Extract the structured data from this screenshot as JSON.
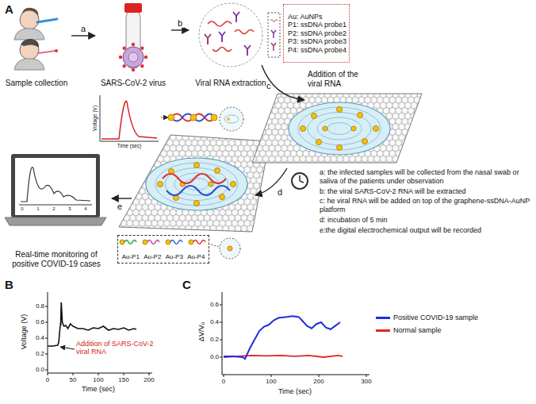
{
  "diagram": {
    "nodes": [
      {
        "text": [
          "Sample collection"
        ]
      },
      {
        "text": [
          "SARS-CoV-2 virus"
        ]
      },
      {
        "text": [
          "Viral RNA extraction"
        ]
      },
      {
        "text": [
          "Au: AuNPs",
          "P1: ssDNA probe1",
          "P2: ssDNA probe2",
          "P3: ssDNA probe3",
          "P4: ssDNA probe4"
        ]
      },
      {
        "text": [
          "Real-time monitoring of positive COVID-19 cases"
        ]
      },
      {
        "text": [
          "Au-P1",
          "Au-P2",
          "Au-P3",
          "Au-P4"
        ]
      }
    ],
    "edges": [
      {
        "from": 0,
        "to": 1,
        "arrow": "to",
        "label": "a"
      },
      {
        "from": 1,
        "to": 2,
        "arrow": "to",
        "label": "b"
      }
    ],
    "labels": [
      "A",
      "c",
      "Addition of the viral RNA",
      "Voltage (V)",
      "Time (sec)",
      "d",
      "e",
      "0",
      "1",
      "2",
      "3",
      "4",
      "a: the infected samples will be collected from the nasal swab or saliva of the patients under observation",
      "b: the viral SARS-CoV-2 RNA will be extracted",
      "c: he viral RNA will be added on top of the graphene-ssDNA-AuNP platform",
      "d: incubation of 5 min",
      "e:the digital electrochemical output will be recorded",
      "B",
      "0.0",
      "0.2",
      "0.4",
      "0.6",
      "0.8",
      "0",
      "50",
      "100",
      "150",
      "200",
      "Voltage (V)",
      "Time (sec)",
      "Addition of SARS-CoV-2 viral RNA",
      "C",
      "ΔV/V₀",
      "0.0",
      "0.2",
      "0.4",
      "0.6",
      "0",
      "100",
      "200",
      "300",
      "Time (sec)"
    ],
    "legend": [
      {
        "text": "Positive COVID-19 sample",
        "color": "#1f2fe0"
      },
      {
        "text": "Normal sample",
        "color": "#e02525"
      }
    ]
  }
}
